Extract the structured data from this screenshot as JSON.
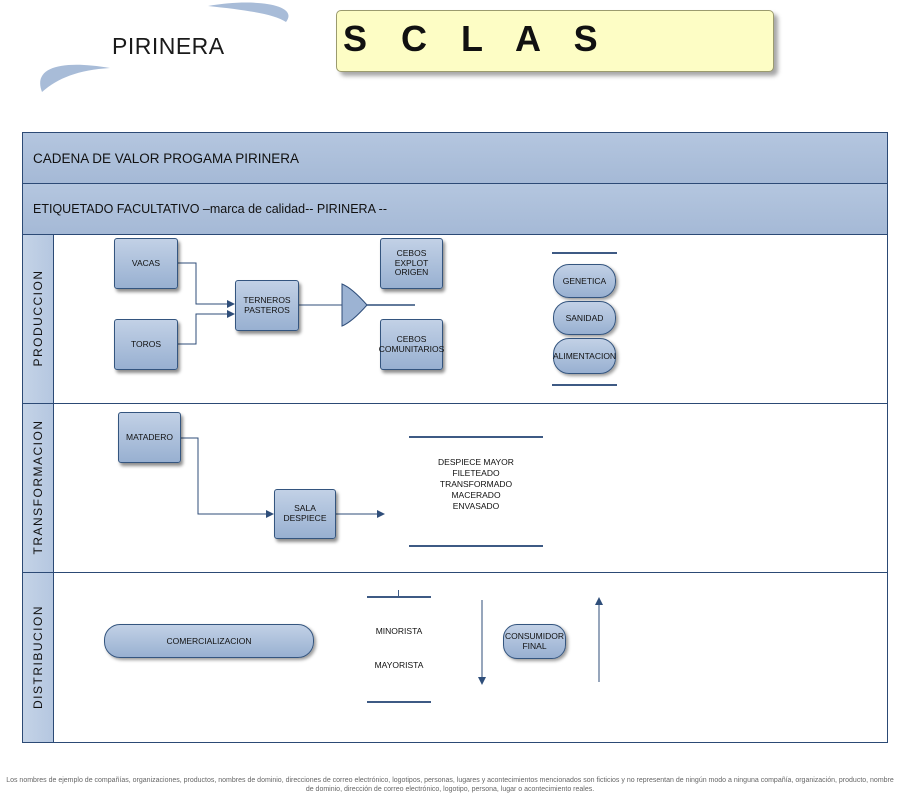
{
  "header": {
    "logo_text": "PIRINERA",
    "title": "S C L A S"
  },
  "bands": {
    "chain_title": "CADENA DE VALOR  PROGAMA PIRINERA",
    "label_title": "ETIQUETADO FACULTATIVO –marca de calidad-- PIRINERA --"
  },
  "lanes": {
    "produccion": {
      "label": "PRODUCCION",
      "vacas": "VACAS",
      "toros": "TOROS",
      "terneros": "TERNEROS PASTEROS",
      "cebos_explot": "CEBOS EXPLOT ORIGEN",
      "cebos_comun": "CEBOS COMUNITARIOS",
      "genetica": "GENETICA",
      "sanidad": "SANIDAD",
      "alimentacion": "ALIMENTACION"
    },
    "transformacion": {
      "label": "TRANSFORMACION",
      "matadero": "MATADERO",
      "sala_despiece": "SALA DESPIECE",
      "store_lines": [
        "DESPIECE MAYOR",
        "FILETEADO",
        "TRANSFORMADO",
        "MACERADO",
        "ENVASADO"
      ]
    },
    "distribucion": {
      "label": "DISTRIBUCION",
      "comercializacion": "COMERCIALIZACION",
      "minorista": "MINORISTA",
      "mayorista": "MAYORISTA",
      "consumidor": "CONSUMIDOR FINAL"
    }
  },
  "footer": {
    "disclaimer_1": "Los nombres de ejemplo de compañías, organizaciones, productos, nombres de dominio, direcciones de correo electrónico, logotipos, personas, lugares y acontecimientos mencionados son ficticios y no representan de ningún modo a ninguna compañía, organización, producto, nombre",
    "disclaimer_2": "de dominio, dirección de correo electrónico, logotipo, persona, lugar o acontecimiento reales."
  },
  "colors": {
    "band": "#a5b9d6",
    "box": "#98b0d1",
    "border": "#2c4a75",
    "title_box": "#fdfdc5"
  }
}
